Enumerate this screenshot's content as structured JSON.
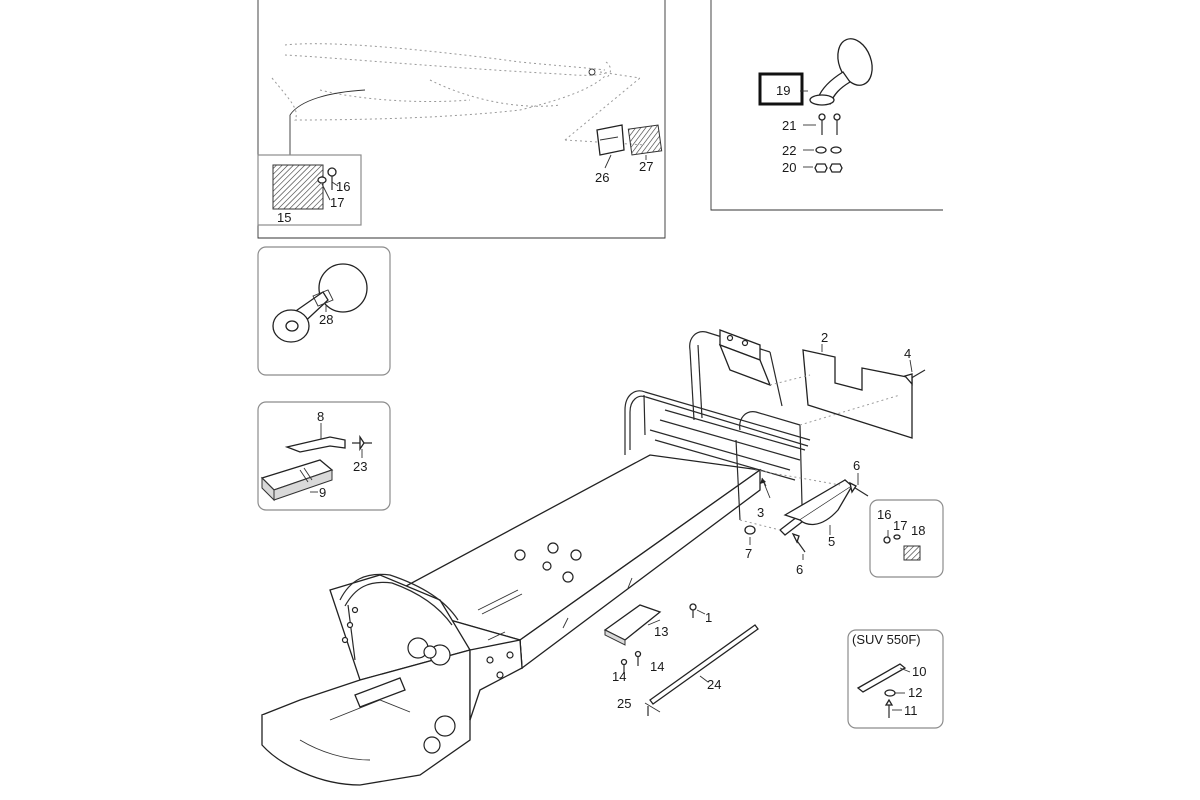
{
  "labels": {
    "p1": "1",
    "p2": "2",
    "p3": "3",
    "p4": "4",
    "p5": "5",
    "p6a": "6",
    "p6b": "6",
    "p7": "7",
    "p8": "8",
    "p9": "9",
    "p10": "10",
    "p11": "11",
    "p12": "12",
    "p13": "13",
    "p14a": "14",
    "p14b": "14",
    "p15": "15",
    "p16a": "16",
    "p16b": "16",
    "p17a": "17",
    "p17b": "17",
    "p18": "18",
    "p19": "19",
    "p20": "20",
    "p21": "21",
    "p22": "22",
    "p23": "23",
    "p24": "24",
    "p25": "25",
    "p26": "26",
    "p27": "27",
    "p28": "28"
  },
  "variant_note": "(SUV 550F)",
  "highlighted_part": "19"
}
